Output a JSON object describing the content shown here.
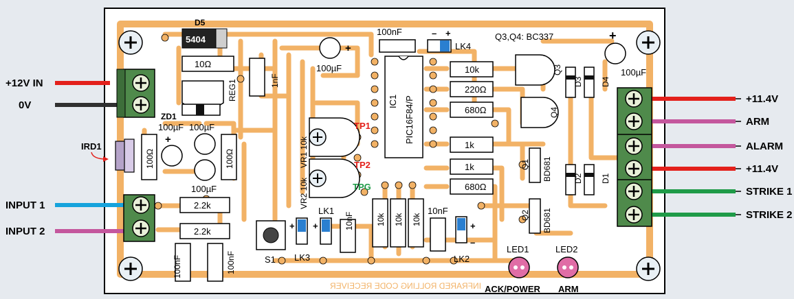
{
  "colors": {
    "background": "#e6eaef",
    "board": "#ffffff",
    "trace": "#f2b266",
    "component_outline": "#000000",
    "terminal_block": "#4f8a4b",
    "wire_red": "#e3201b",
    "wire_black": "#303030",
    "wire_blue": "#16a3dc",
    "wire_magenta": "#c4579d",
    "wire_green": "#1f9b48",
    "testpoint_red": "#e3201b",
    "testpoint_green": "#1f9b48",
    "led_pink": "#e06da6",
    "jumper_blue": "#2a7fd0"
  },
  "left_wires": [
    {
      "label": "+12V IN",
      "color": "wire_red"
    },
    {
      "label": "0V",
      "color": "wire_black"
    },
    {
      "label": "INPUT 1",
      "color": "wire_blue"
    },
    {
      "label": "INPUT 2",
      "color": "wire_magenta"
    }
  ],
  "right_wires": [
    {
      "label": "+11.4V",
      "color": "wire_red"
    },
    {
      "label": "ARM",
      "color": "wire_magenta"
    },
    {
      "label": "ALARM",
      "color": "wire_magenta"
    },
    {
      "label": "+11.4V",
      "color": "wire_red"
    },
    {
      "label": "STRIKE 1",
      "color": "wire_green"
    },
    {
      "label": "STRIKE 2",
      "color": "wire_green"
    }
  ],
  "components": {
    "d5": "D5",
    "d5_value": "5404",
    "r_10ohm_top": "10Ω",
    "reg1": "REG1",
    "c_1nf": "1nF",
    "zd1": "ZD1",
    "c_100uf_top": "100µF",
    "c_100nf_top": "100nF",
    "ic1": "IC1",
    "ic1_part": "PIC16F84/P",
    "lk4": "LK4",
    "q34": "Q3,Q4: BC337",
    "q3": "Q3",
    "q4": "Q4",
    "d3": "D3",
    "d4": "D4",
    "c_100uf_right": "100µF",
    "r10k": "10k",
    "r220": "220Ω",
    "r680a": "680Ω",
    "r1k_a": "1k",
    "r1k_b": "1k",
    "r680b": "680Ω",
    "ird1": "IRD1",
    "c_100uf_left1": "100µF",
    "c_100uf_left2": "100µF",
    "c_100uf_left3": "100µF",
    "r_100ohm_a": "100Ω",
    "r_100ohm_b": "100Ω",
    "vr1": "VR1 10k",
    "vr2": "VR2 10k",
    "tp1": "TP1",
    "tp2": "TP2",
    "tpg": "TPG",
    "r2k2_a": "2.2k",
    "r2k2_b": "2.2k",
    "s1": "S1",
    "lk1": "LK1",
    "lk3": "LK3",
    "lk2": "LK2",
    "c_10nf_a": "10nF",
    "c_10nf_b": "10nF",
    "r10k_a": "10k",
    "r10k_b": "10k",
    "r10k_c": "10k",
    "c_100nf_bl1": "100nF",
    "c_100nf_bl2": "100nF",
    "q1": "Q1",
    "q1_part": "BD681",
    "q2": "Q2",
    "q2_part": "BD681",
    "d1": "D1",
    "d2": "D2",
    "led1": "LED1",
    "led2": "LED2",
    "led1_label": "ACK/POWER",
    "led2_label": "ARM",
    "board_title": "INFRARED ROLLING CODE RECEIVER",
    "plus": "+",
    "minus": "–"
  }
}
